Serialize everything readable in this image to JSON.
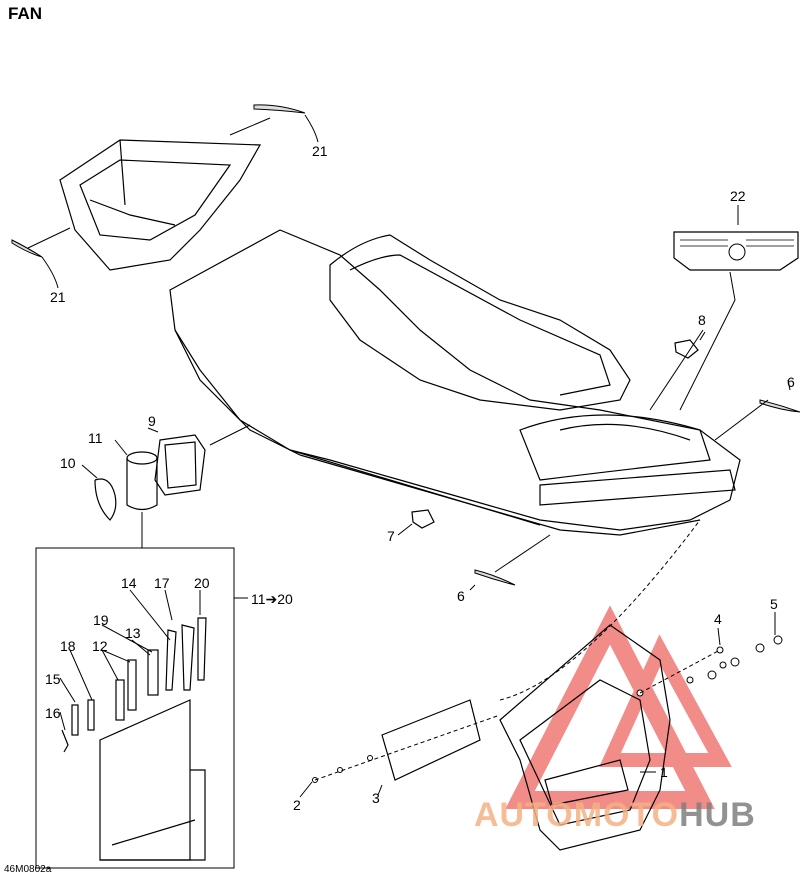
{
  "title": "FAN",
  "document_code": "46M0802a",
  "callouts": {
    "c1": "1",
    "c2": "2",
    "c3": "3",
    "c4": "4",
    "c5": "5",
    "c6a": "6",
    "c6b": "6",
    "c7": "7",
    "c8": "8",
    "c9": "9",
    "c10": "10",
    "c11": "11",
    "c12": "12",
    "c13": "13",
    "c14": "14",
    "c15": "15",
    "c16": "16",
    "c17": "17",
    "c18": "18",
    "c19": "19",
    "c20": "20",
    "c21a": "21",
    "c21b": "21",
    "c22": "22",
    "kit_range": "11➔20"
  },
  "watermark": {
    "part1": "AUTO",
    "part2": "MOTO",
    "part3": "HUB"
  },
  "colors": {
    "line": "#000000",
    "watermark_red": "#e8302a",
    "watermark_orange": "#f4b183",
    "watermark_gray": "#7f7f7f"
  }
}
